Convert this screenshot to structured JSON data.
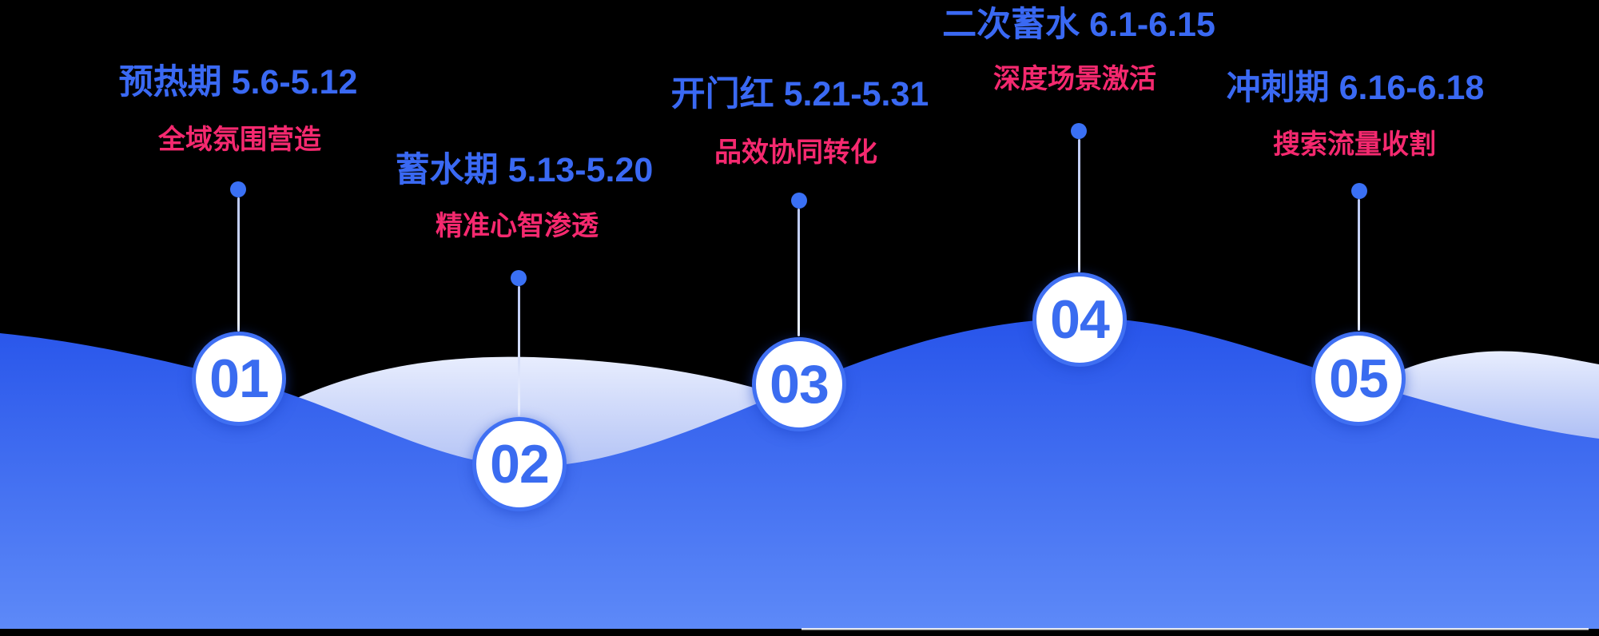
{
  "diagram": {
    "type": "timeline-wave",
    "background_color": "#000000",
    "colors": {
      "title_blue": "#3a69f3",
      "subtitle_pink": "#f5296f",
      "wave_blue_top": "#2754ea",
      "wave_blue_bottom": "#5e8af8",
      "wave_light_top": "#e9eefe",
      "wave_light_bottom": "#9fb3f2",
      "circle_ring_blue": "#4070f3",
      "step_number_blue": "#3a6cf0",
      "dot_blue": "#3a70f4"
    },
    "phases": [
      {
        "number": "01",
        "title": "预热期 5.6-5.12",
        "subtitle": "全域氛围营造"
      },
      {
        "number": "02",
        "title": "蓄水期 5.13-5.20",
        "subtitle": "精准心智渗透"
      },
      {
        "number": "03",
        "title": "开门红 5.21-5.31",
        "subtitle": "品效协同转化"
      },
      {
        "number": "04",
        "title": "二次蓄水 6.1-6.15",
        "subtitle": "深度场景激活"
      },
      {
        "number": "05",
        "title": "冲刺期 6.16-6.18",
        "subtitle": "搜索流量收割"
      }
    ]
  }
}
